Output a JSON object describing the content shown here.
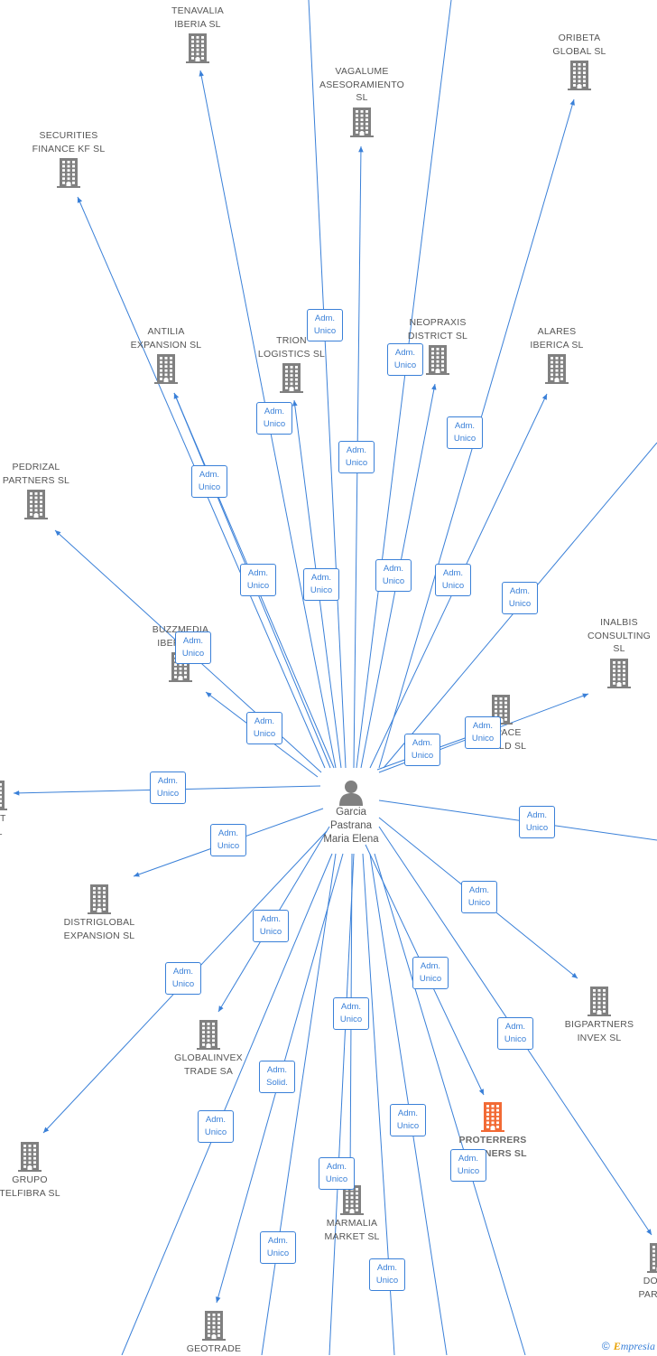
{
  "person": {
    "name": "Garcia\nPastrana\nMaria Elena"
  },
  "companies": [
    {
      "name": "TENAVALIA\nIBERIA SL",
      "pos": "above"
    },
    {
      "name": "VAGALUME\nASESORAMIENTO\nSL",
      "pos": "above"
    },
    {
      "name": "ORIBETA\nGLOBAL SL",
      "pos": "above"
    },
    {
      "name": "SECURITIES\nFINANCE KF SL",
      "pos": "above"
    },
    {
      "name": "ANTILIA\nEXPANSION SL",
      "pos": "above"
    },
    {
      "name": "TRION\nLOGISTICS SL",
      "pos": "above"
    },
    {
      "name": "NEOPRAXIS\nDISTRICT SL",
      "pos": "above"
    },
    {
      "name": "ALARES\nIBERICA SL",
      "pos": "above"
    },
    {
      "name": "PEDRIZAL\nPARTNERS SL",
      "pos": "above"
    },
    {
      "name": "BUZZMEDIA\nIBERIA SL",
      "pos": "above"
    },
    {
      "name": "INALBIS\nCONSULTING\nSL",
      "pos": "above"
    },
    {
      "name": "...SPACE\nWORLD SL",
      "pos": "below"
    },
    {
      "name": "...ET\n...L",
      "pos": "below"
    },
    {
      "name": "DISTRIGLOBAL\nEXPANSION SL",
      "pos": "below"
    },
    {
      "name": "GLOBALINVEX\nTRADE SA",
      "pos": "below"
    },
    {
      "name": "BIGPARTNERS\nINVEX SL",
      "pos": "below"
    },
    {
      "name": "PROTERRERS\nPARTNERS SL",
      "pos": "below",
      "highlight": true
    },
    {
      "name": "GRUPO\nTELFIBRA SL",
      "pos": "below"
    },
    {
      "name": "MARMALIA\nMARKET SL",
      "pos": "below"
    },
    {
      "name": "DOM...\nPARTN...",
      "pos": "below"
    },
    {
      "name": "GEOTRADE",
      "pos": "below"
    }
  ],
  "roles": [
    "Adm.\nUnico",
    "Adm.\nUnico",
    "Adm.\nUnico",
    "Adm.\nUnico",
    "Adm.\nUnico",
    "Adm.\nUnico",
    "Adm.\nUnico",
    "Adm.\nUnico",
    "Adm.\nUnico",
    "Adm.\nUnico",
    "Adm.\nUnico",
    "Adm.\nUnico",
    "Adm.\nUnico",
    "Adm.\nUnico",
    "Adm.\nUnico",
    "Adm.\nUnico",
    "Adm.\nUnico",
    "Adm.\nUnico",
    "Adm.\nUnico",
    "Adm.\nUnico",
    "Adm.\nUnico",
    "Adm.\nUnico",
    "Adm.\nSolid.",
    "Adm.\nUnico",
    "Adm.\nUnico",
    "Adm.\nUnico",
    "Adm.\nUnico",
    "Adm.\nUnico",
    "Adm.\nUnico",
    "Adm.\nUnico",
    "Adm.\nUnico"
  ],
  "colors": {
    "edge": "#3a80d8",
    "building": "#808080",
    "building_highlight": "#f26a35",
    "person_icon": "#808080"
  },
  "icons": {
    "company": "building-icon",
    "person": "person-icon"
  },
  "footer": {
    "copyright": "©",
    "brand": "Empresia"
  }
}
